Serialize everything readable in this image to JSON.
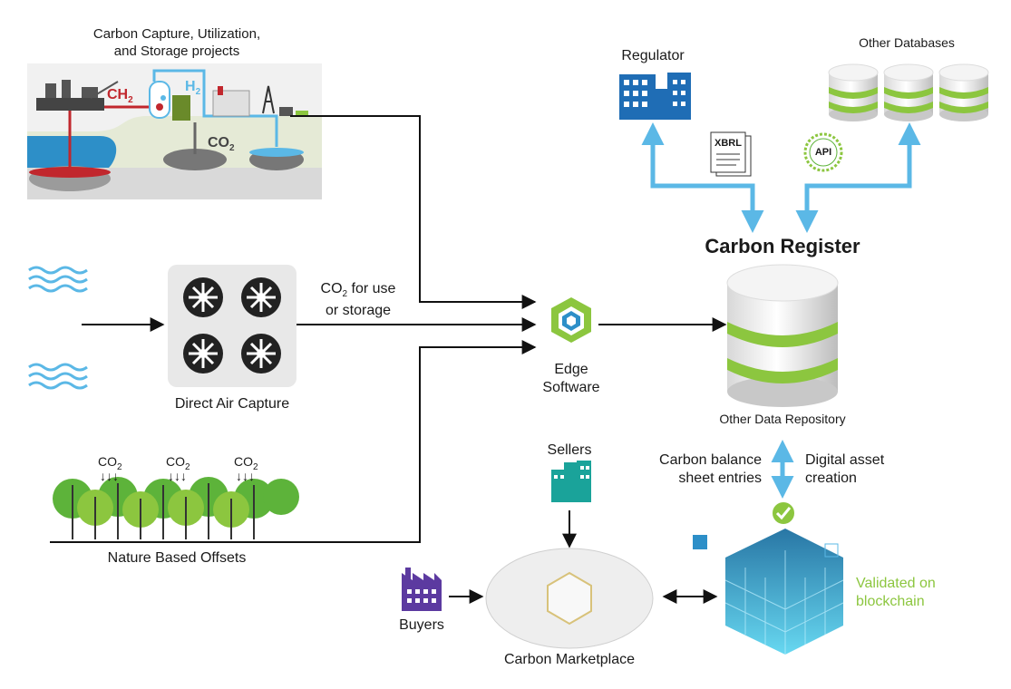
{
  "ccus": {
    "title_line1": "Carbon Capture, Utilization,",
    "title_line2": "and Storage projects",
    "ch2": "CH",
    "ch2_sub": "2",
    "h2": "H",
    "h2_sub": "2",
    "co2": "CO",
    "co2_sub": "2"
  },
  "dac": {
    "label": "Direct Air Capture",
    "flow_line1_main": "CO",
    "flow_line1_sub": "2",
    "flow_line1_rest": " for use",
    "flow_line2": "or storage"
  },
  "nature": {
    "label": "Nature Based Offsets",
    "co2_main": "CO",
    "co2_sub": "2"
  },
  "edge": {
    "line1": "Edge",
    "line2": "Software"
  },
  "register": {
    "title": "Carbon Register",
    "repo_label": "Other Data Repository",
    "left_line1": "Carbon balance",
    "left_line2": "sheet entries",
    "right_line1": "Digital asset",
    "right_line2": "creation"
  },
  "regulator": {
    "label": "Regulator"
  },
  "databases": {
    "label": "Other Databases"
  },
  "xbrl": {
    "label": "XBRL"
  },
  "api": {
    "label": "API"
  },
  "market": {
    "label": "Carbon Marketplace",
    "sellers": "Sellers",
    "buyers": "Buyers"
  },
  "blockchain": {
    "line1": "Validated on",
    "line2": "blockchain"
  },
  "colors": {
    "blue": "#5bb8e6",
    "green": "#8cc63f",
    "navy": "#1f6db5",
    "teal": "#1aa39a",
    "purple": "#5c3aa0",
    "red": "#c1272d"
  }
}
